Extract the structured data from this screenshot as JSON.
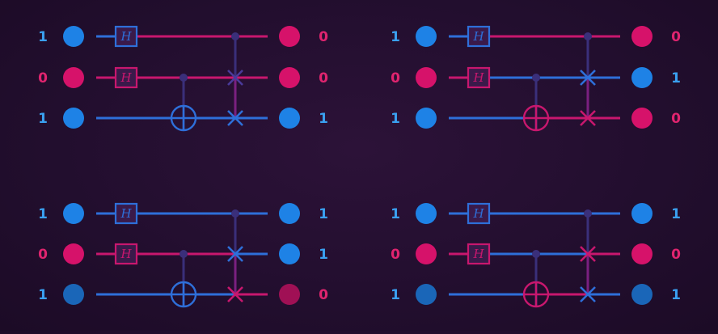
{
  "colors": {
    "background": "#250f31",
    "blue": "#1e82e6",
    "blue_dim": "#1a66b8",
    "pink": "#d6126a",
    "pink_dim": "#a01055",
    "line_blue": "#2e6fd9",
    "line_pink": "#c8176e",
    "gate_fill": "#3a1a4a",
    "control": "#3a2f7a",
    "label_blue": "#3aa0f0",
    "label_pink": "#e0246f"
  },
  "gate_label": "H",
  "circuits": [
    {
      "id": "top-left",
      "inputs": [
        {
          "label": "1",
          "state": "blue"
        },
        {
          "label": "0",
          "state": "pink"
        },
        {
          "label": "1",
          "state": "blue"
        }
      ],
      "outputs": [
        {
          "label": "0",
          "state": "pink"
        },
        {
          "label": "0",
          "state": "pink"
        },
        {
          "label": "1",
          "state": "blue"
        }
      ],
      "wires": [
        [
          "blue",
          "pink",
          "pink",
          "pink"
        ],
        [
          "pink",
          "pink",
          "pink",
          "pink"
        ],
        [
          "blue",
          "blue",
          "blue",
          "blue"
        ]
      ]
    },
    {
      "id": "top-right",
      "inputs": [
        {
          "label": "1",
          "state": "blue"
        },
        {
          "label": "0",
          "state": "pink"
        },
        {
          "label": "1",
          "state": "blue"
        }
      ],
      "outputs": [
        {
          "label": "0",
          "state": "pink"
        },
        {
          "label": "1",
          "state": "blue"
        },
        {
          "label": "0",
          "state": "pink"
        }
      ],
      "wires": [
        [
          "blue",
          "pink",
          "pink",
          "pink"
        ],
        [
          "pink",
          "blue",
          "blue",
          "blue"
        ],
        [
          "blue",
          "blue",
          "pink",
          "pink"
        ]
      ]
    },
    {
      "id": "bottom-left",
      "inputs": [
        {
          "label": "1",
          "state": "blue"
        },
        {
          "label": "0",
          "state": "pink"
        },
        {
          "label": "1",
          "state": "blue_dim"
        }
      ],
      "outputs": [
        {
          "label": "1",
          "state": "blue"
        },
        {
          "label": "1",
          "state": "blue"
        },
        {
          "label": "0",
          "state": "pink_dim"
        }
      ],
      "wires": [
        [
          "blue",
          "blue",
          "blue",
          "blue"
        ],
        [
          "pink",
          "pink",
          "pink",
          "blue"
        ],
        [
          "blue",
          "blue",
          "blue",
          "pink"
        ]
      ]
    },
    {
      "id": "bottom-right",
      "inputs": [
        {
          "label": "1",
          "state": "blue"
        },
        {
          "label": "0",
          "state": "pink"
        },
        {
          "label": "1",
          "state": "blue_dim"
        }
      ],
      "outputs": [
        {
          "label": "1",
          "state": "blue"
        },
        {
          "label": "0",
          "state": "pink"
        },
        {
          "label": "1",
          "state": "blue_dim"
        }
      ],
      "wires": [
        [
          "blue",
          "blue",
          "blue",
          "blue"
        ],
        [
          "pink",
          "blue",
          "blue",
          "pink"
        ],
        [
          "blue",
          "blue",
          "pink",
          "blue"
        ]
      ]
    }
  ]
}
